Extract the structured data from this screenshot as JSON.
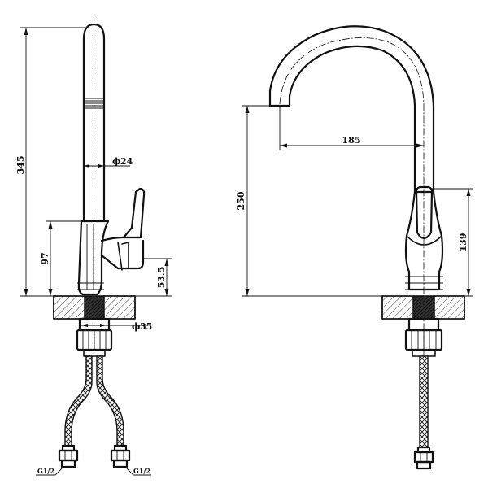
{
  "side_view": {
    "total_height": "345",
    "spout_diameter": "24",
    "body_height": "97",
    "handle_height": "53.5",
    "base_diameter": "35",
    "connector_left": "G1/2",
    "connector_right": "G1/2"
  },
  "front_view": {
    "spout_reach": "185",
    "spout_height": "250",
    "body_height": "139"
  },
  "symbols": {
    "diameter": "ϕ"
  }
}
